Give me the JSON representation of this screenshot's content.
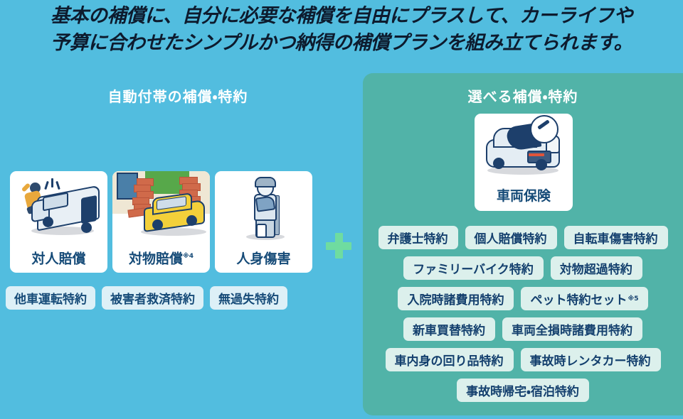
{
  "headline": "基本の補償に、自分に必要な補償を自由にプラスして、カーライフや\n予算に合わせたシンプルかつ納得の補償プランを組み立てられます。",
  "colors": {
    "background_blue": "#52bddf",
    "panel_green": "#51b3a8",
    "plus_green": "#6fdca0",
    "pill_blue": "#ddf0f7",
    "pill_mint": "#dcf0ec",
    "text_navy": "#164b78",
    "headline_text": "#0d1b2e"
  },
  "plus_symbol": "+",
  "left_panel": {
    "title": "自動付帯の補償・特約",
    "cards": [
      {
        "label": "対人賠償",
        "note": "",
        "icon": "person-hit-by-van-icon"
      },
      {
        "label": "対物賠償",
        "note": "※4",
        "icon": "car-crashed-into-wall-icon"
      },
      {
        "label": "人身傷害",
        "note": "",
        "icon": "injured-person-icon"
      }
    ],
    "pills": [
      "他車運転特約",
      "被害者救済特約",
      "無過失特約"
    ]
  },
  "right_panel": {
    "title": "選べる補償・特約",
    "card": {
      "label": "車両保険",
      "icon": "car-repair-icon"
    },
    "pill_rows": [
      [
        {
          "label": "弁護士特約",
          "note": ""
        },
        {
          "label": "個人賠償特約",
          "note": ""
        },
        {
          "label": "自転車傷害特約",
          "note": ""
        }
      ],
      [
        {
          "label": "ファミリーバイク特約",
          "note": ""
        },
        {
          "label": "対物超過特約",
          "note": ""
        }
      ],
      [
        {
          "label": "入院時諸費用特約",
          "note": ""
        },
        {
          "label": "ペット特約セット",
          "note": "※5"
        }
      ],
      [
        {
          "label": "新車買替特約",
          "note": ""
        },
        {
          "label": "車両全損時諸費用特約",
          "note": ""
        }
      ],
      [
        {
          "label": "車内身の回り品特約",
          "note": ""
        },
        {
          "label": "事故時レンタカー特約",
          "note": ""
        }
      ],
      [
        {
          "label": "事故時帰宅・宿泊特約",
          "note": ""
        }
      ]
    ]
  }
}
